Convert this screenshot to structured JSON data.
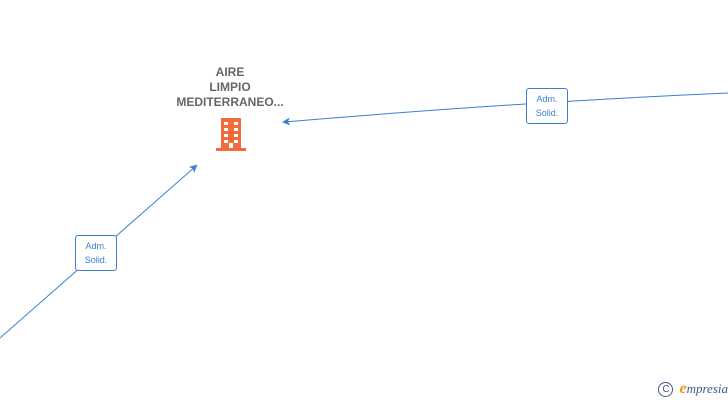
{
  "diagram": {
    "node": {
      "label_lines": [
        "AIRE",
        "LIMPIO",
        "MEDITERRANEO..."
      ],
      "icon": "building-icon",
      "icon_color": "#f26b3a",
      "label_color": "#666666"
    },
    "edges": [
      {
        "from": "off-canvas-bottom-left",
        "to": "node",
        "label_lines": [
          "Adm.",
          "Solid."
        ]
      },
      {
        "from": "off-canvas-right",
        "to": "node",
        "label_lines": [
          "Adm.",
          "Solid."
        ]
      }
    ],
    "edge_color": "#3b7fd0"
  },
  "watermark": {
    "copyright_symbol": "C",
    "brand_first_letter": "e",
    "brand_rest": "mpresia",
    "icon": "copyright-icon",
    "color": "#3c5a8a",
    "accent": "#f09a1a"
  }
}
